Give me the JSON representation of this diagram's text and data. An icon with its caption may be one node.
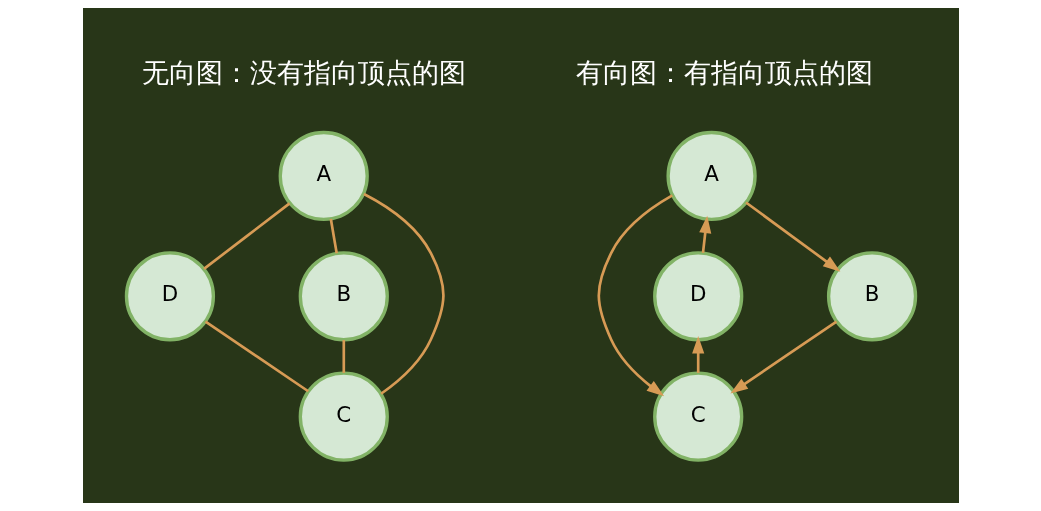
{
  "diagram": {
    "nodes": [
      {
        "text": [
          "A"
        ]
      },
      {
        "text": [
          "D"
        ]
      },
      {
        "text": [
          "B"
        ]
      },
      {
        "text": [
          "C"
        ]
      },
      {
        "text": [
          "A"
        ]
      },
      {
        "text": [
          "D"
        ]
      },
      {
        "text": [
          "B"
        ]
      },
      {
        "text": [
          "C"
        ]
      }
    ],
    "edges": [
      {
        "from": 0,
        "to": 1,
        "arrow": "none"
      },
      {
        "from": 0,
        "to": 3,
        "arrow": "none"
      },
      {
        "from": 0,
        "to": 2,
        "arrow": "none"
      },
      {
        "from": 1,
        "to": 3,
        "arrow": "none"
      },
      {
        "from": 2,
        "to": 3,
        "arrow": "none"
      },
      {
        "from": 5,
        "to": 4,
        "arrow": "to"
      },
      {
        "from": 4,
        "to": 7,
        "arrow": "to"
      },
      {
        "from": 4,
        "to": 6,
        "arrow": "to"
      },
      {
        "from": 6,
        "to": 7,
        "arrow": "to"
      },
      {
        "from": 7,
        "to": 5,
        "arrow": "to"
      }
    ],
    "labels": [
      "无向图：没有指向顶点的图",
      "有向图：有指向顶点的图"
    ]
  }
}
